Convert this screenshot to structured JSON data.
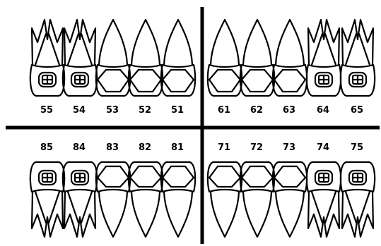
{
  "quadrants": [
    {
      "id": "upper-right",
      "row": "upper",
      "teeth": [
        {
          "number": "55",
          "type": "molar"
        },
        {
          "number": "54",
          "type": "molar"
        },
        {
          "number": "53",
          "type": "anterior"
        },
        {
          "number": "52",
          "type": "anterior"
        },
        {
          "number": "51",
          "type": "anterior"
        }
      ]
    },
    {
      "id": "upper-left",
      "row": "upper",
      "teeth": [
        {
          "number": "61",
          "type": "anterior"
        },
        {
          "number": "62",
          "type": "anterior"
        },
        {
          "number": "63",
          "type": "anterior"
        },
        {
          "number": "64",
          "type": "molar"
        },
        {
          "number": "65",
          "type": "molar"
        }
      ]
    },
    {
      "id": "lower-right",
      "row": "lower",
      "teeth": [
        {
          "number": "85",
          "type": "molar"
        },
        {
          "number": "84",
          "type": "molar"
        },
        {
          "number": "83",
          "type": "anterior"
        },
        {
          "number": "82",
          "type": "anterior"
        },
        {
          "number": "81",
          "type": "anterior"
        }
      ]
    },
    {
      "id": "lower-left",
      "row": "lower",
      "teeth": [
        {
          "number": "71",
          "type": "anterior"
        },
        {
          "number": "72",
          "type": "anterior"
        },
        {
          "number": "73",
          "type": "anterior"
        },
        {
          "number": "74",
          "type": "molar"
        },
        {
          "number": "75",
          "type": "molar"
        }
      ]
    }
  ],
  "colors": {
    "ink": "#000000",
    "background": "#ffffff"
  }
}
